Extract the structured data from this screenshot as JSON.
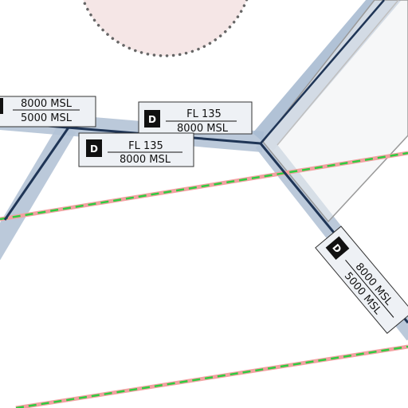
{
  "map": {
    "colors": {
      "corridor": "#b4c3d6",
      "corridor_edge": "#8fa6c2",
      "airway": "#1f3556",
      "boundary_pink": "#f2a1a1",
      "boundary_green": "#2ecc40",
      "zone_fill": "#f2dede",
      "zone_border": "#666666",
      "label_bg": "#eef1f5",
      "badge_bg": "#111111"
    },
    "airspace_labels": [
      {
        "badge": "",
        "upper": "8000 MSL",
        "lower": "5000 MSL"
      },
      {
        "badge": "D",
        "upper": "FL 135",
        "lower": "8000 MSL"
      },
      {
        "badge": "D",
        "upper": "FL 135",
        "lower": "8000 MSL"
      },
      {
        "badge": "D",
        "upper": "8000 MSL",
        "lower": "5000 MSL"
      }
    ]
  }
}
